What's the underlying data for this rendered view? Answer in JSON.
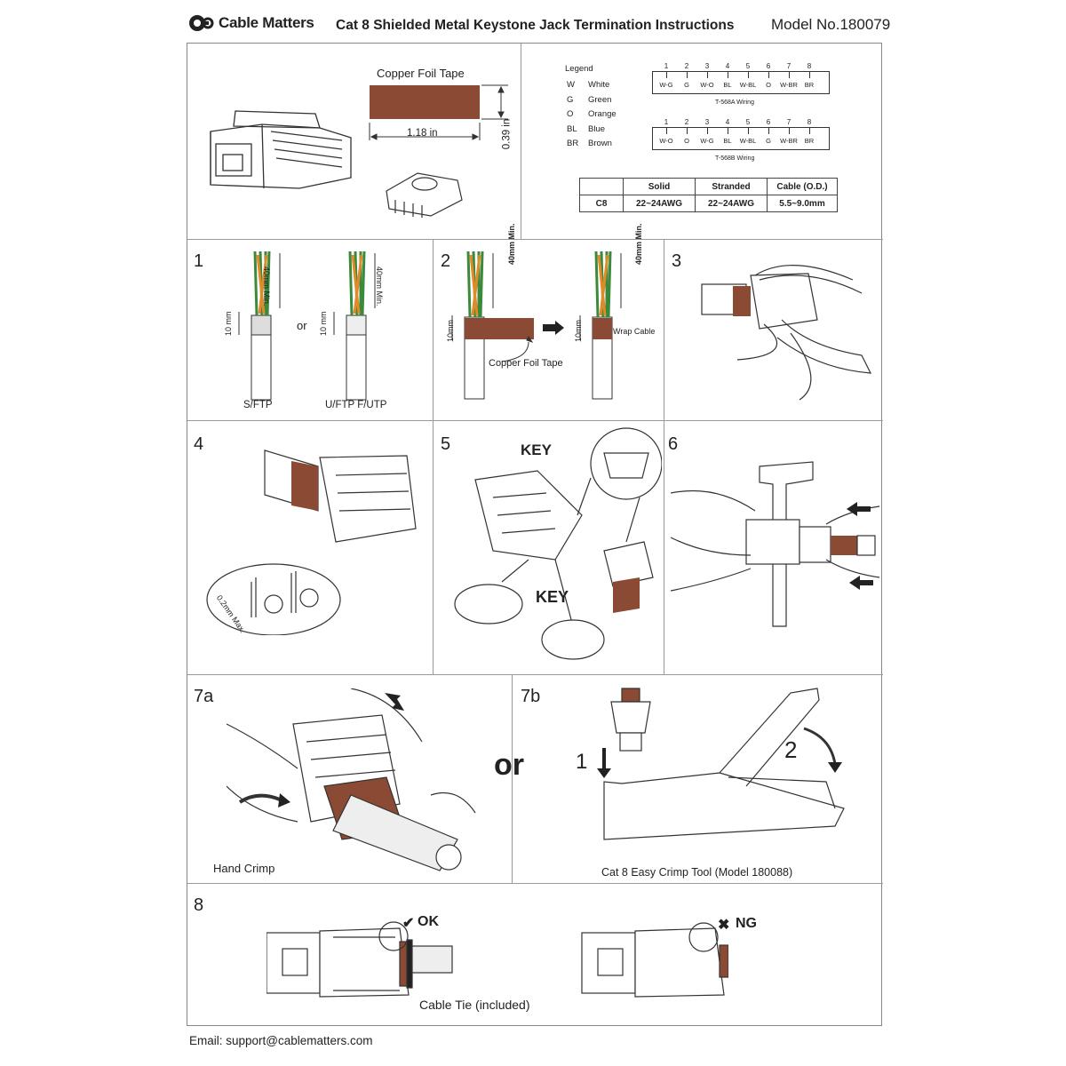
{
  "header": {
    "brand": "Cable Matters",
    "title": "Cat 8 Shielded Metal Keystone Jack Termination Instructions",
    "model": "Model No.180079"
  },
  "top_panel": {
    "foil_title": "Copper Foil Tape",
    "foil_width": "1.18 in",
    "foil_height": "0.39 in",
    "foil_color": "#8a4a33"
  },
  "legend": {
    "title": "Legend",
    "items": [
      {
        "code": "W",
        "name": "White"
      },
      {
        "code": "G",
        "name": "Green"
      },
      {
        "code": "O",
        "name": "Orange"
      },
      {
        "code": "BL",
        "name": "Blue"
      },
      {
        "code": "BR",
        "name": "Brown"
      }
    ]
  },
  "wiring": {
    "pins": [
      "1",
      "2",
      "3",
      "4",
      "5",
      "6",
      "7",
      "8"
    ],
    "t568a": {
      "labels": [
        "W-G",
        "G",
        "W-O",
        "BL",
        "W-BL",
        "O",
        "W-BR",
        "BR"
      ],
      "caption": "T-568A Wiring"
    },
    "t568b": {
      "labels": [
        "W-O",
        "O",
        "W-G",
        "BL",
        "W-BL",
        "G",
        "W-BR",
        "BR"
      ],
      "caption": "T-568B Wiring"
    }
  },
  "spec_table": {
    "headers": [
      "",
      "Solid",
      "Stranded",
      "Cable (O.D.)"
    ],
    "row": [
      "C8",
      "22~24AWG",
      "22~24AWG",
      "5.5~9.0mm"
    ]
  },
  "steps": {
    "s1": {
      "num": "1",
      "len": "40mm Min.",
      "strip": "10 mm",
      "or": "or",
      "type_a": "S/FTP",
      "type_b": "U/FTP  F/UTP"
    },
    "s2": {
      "num": "2",
      "len": "40mm Min.",
      "strip": "10mm",
      "tape": "Copper Foil Tape",
      "wrap": "Wrap Cable"
    },
    "s3": {
      "num": "3"
    },
    "s4": {
      "num": "4",
      "gap": "0.2mm Max."
    },
    "s5": {
      "num": "5",
      "key1": "KEY",
      "key2": "KEY"
    },
    "s6": {
      "num": "6"
    },
    "s7a": {
      "num": "7a",
      "caption": "Hand Crimp"
    },
    "or": "or",
    "s7b": {
      "num": "7b",
      "caption": "Cat 8 Easy Crimp Tool (Model 180088)",
      "n1": "1",
      "n2": "2"
    },
    "s8": {
      "num": "8",
      "ok": "OK",
      "ng": "NG",
      "tie": "Cable Tie (included)"
    }
  },
  "footer": {
    "email": "Email: support@cablematters.com"
  }
}
